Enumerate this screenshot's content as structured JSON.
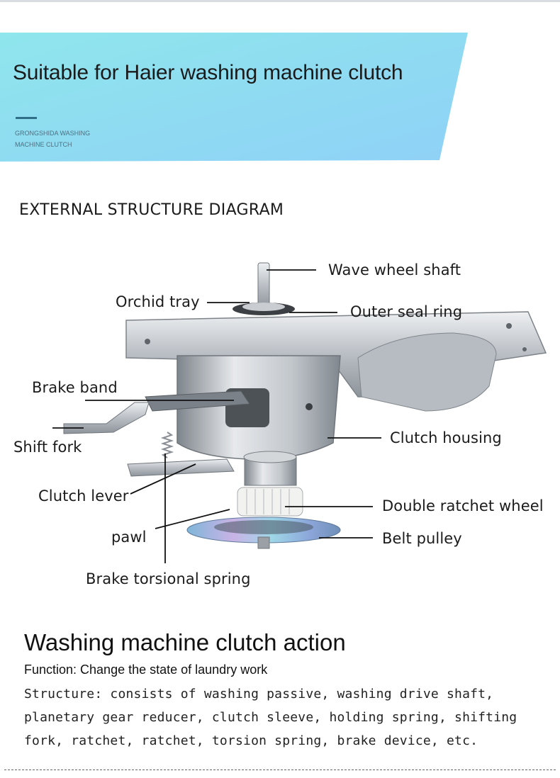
{
  "banner": {
    "title": "Suitable for Haier washing machine clutch",
    "subtitle": "GRONGSHIDA WASHING MACHINE CLUTCH",
    "gradient_start": "#8fe6ec",
    "gradient_end": "#8fd1f7"
  },
  "diagram": {
    "heading": "EXTERNAL STRUCTURE DIAGRAM",
    "labels": {
      "wave_wheel_shaft": "Wave wheel shaft",
      "orchid_tray": "Orchid tray",
      "outer_seal_ring": "Outer seal ring",
      "brake_band": "Brake band",
      "shift_fork": "Shift fork",
      "clutch_housing": "Clutch housing",
      "clutch_lever": "Clutch lever",
      "double_ratchet_wheel": "Double ratchet wheel",
      "pawl": "pawl",
      "belt_pulley": "Belt pulley",
      "brake_torsional_spring": "Brake torsional spring"
    }
  },
  "action": {
    "title": "Washing machine clutch action",
    "function": "Function: Change the state of laundry work",
    "structure": "Structure: consists of washing passive, washing drive shaft, planetary gear reducer, clutch sleeve, holding spring, shifting fork, ratchet, ratchet, torsion spring, brake device, etc."
  }
}
